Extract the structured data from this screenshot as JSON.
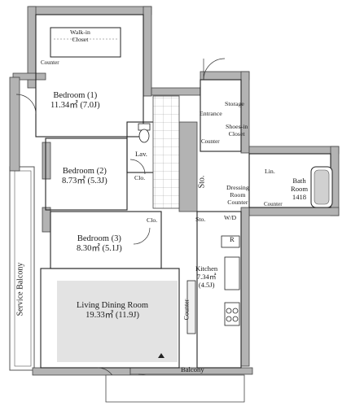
{
  "floor_plan": {
    "rooms": {
      "walk_in_closet": {
        "name": "Walk-in",
        "name2": "Closet"
      },
      "counter_top": "Counter",
      "bedroom1": {
        "name": "Bedroom (1)",
        "area": "11.34㎡ (7.0J)"
      },
      "bedroom2": {
        "name": "Bedroom (2)",
        "area": "8.73㎡ (5.3J)"
      },
      "bedroom3": {
        "name": "Bedroom (3)",
        "area": "8.30㎡ (5.1J)"
      },
      "living": {
        "name": "Living Dining Room",
        "area": "19.33㎡ (11.9J)"
      },
      "kitchen": {
        "name": "Kitchen",
        "area1": "7.34㎡",
        "area2": "(4.5J)"
      },
      "entrance": "Entrance",
      "storage": "Storage",
      "shoes_in_closet": {
        "name": "Shoes-in",
        "name2": "Closet"
      },
      "counter_entrance": "Counter",
      "lav": "Lav.",
      "clo1": "Clo.",
      "clo2": "Clo.",
      "sto_small": "Sto.",
      "sto2": "Sto.",
      "lin": "Lin.",
      "bath": {
        "name": "Bath",
        "name2": "Room",
        "size": "1418"
      },
      "dressing": {
        "name": "Dressing",
        "name2": "Room",
        "counter": "Counter"
      },
      "counter_bath": "Counter",
      "wd": "W/D",
      "r": "R",
      "counter_kitchen": "Counter",
      "service_balcony": "Service Balcony",
      "balcony": "Balcony"
    }
  }
}
